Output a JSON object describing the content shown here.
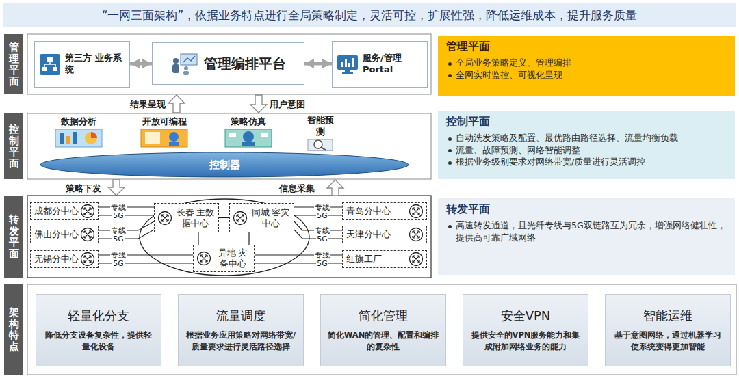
{
  "diagram": {
    "title": "“一网三面架构”，依据业务特点进行全局策略制定，灵活可控，扩展性强，降低运维成本，提升服务质量",
    "nodes": [
      {
        "text": [
          "管理平面"
        ]
      },
      {
        "text": [
          "第三方 业务系统"
        ]
      },
      {
        "text": [
          "管理编排平台"
        ]
      },
      {
        "text": [
          "服务/管理Portal"
        ]
      },
      {
        "text": [
          "管理平面",
          "全局业务策略定义、管理编排",
          "全网实时监控、可视化呈现"
        ]
      },
      {
        "text": [
          "控制平面"
        ]
      },
      {
        "text": [
          "数据分析"
        ]
      },
      {
        "text": [
          "开放可编程"
        ]
      },
      {
        "text": [
          "策略仿真"
        ]
      },
      {
        "text": [
          "智能预测"
        ]
      },
      {
        "text": [
          "控制器"
        ]
      },
      {
        "text": [
          "控制平面",
          "自动洗发策略及配置、最优路由路径选择、流量均衡负载",
          "流量、故障预测、网络智能调整",
          "根据业务级别要求对网络带宽/质量进行灵活调控"
        ]
      },
      {
        "text": [
          "转发平面"
        ]
      },
      {
        "text": [
          "成都分中心"
        ]
      },
      {
        "text": [
          "佛山分中心"
        ]
      },
      {
        "text": [
          "无锡分中心"
        ]
      },
      {
        "text": [
          "长春 主数据中心"
        ]
      },
      {
        "text": [
          "同城 容灾中心"
        ]
      },
      {
        "text": [
          "异地 灾备中心"
        ]
      },
      {
        "text": [
          "青岛分中心"
        ]
      },
      {
        "text": [
          "天津分中心"
        ]
      },
      {
        "text": [
          "红旗工厂"
        ]
      },
      {
        "text": [
          "转发平面",
          "高速转发通道，且光纤专线与5G双链路互为冗余，增强网络健壮性，提供高可靠广域网络"
        ]
      },
      {
        "text": [
          "架构特点"
        ]
      },
      {
        "text": [
          "轻量化分支",
          "降低分支设备复杂性，提供轻量化设备"
        ]
      },
      {
        "text": [
          "流量调度",
          "根据业务应用策略对网络带宽/质量要求进行灵活路径选择"
        ]
      },
      {
        "text": [
          "简化管理",
          "简化WAN的管理、配置和编排的复杂性"
        ]
      },
      {
        "text": [
          "安全VPN",
          "提供安全的VPN服务能力和集成附加网络业务的能力"
        ]
      },
      {
        "text": [
          "智能运维",
          "基于意图网络，通过机器学习使系统变得更加智能"
        ]
      }
    ],
    "edges": [
      {
        "from": 1,
        "to": 2,
        "arrow": "both"
      },
      {
        "from": 2,
        "to": 3,
        "arrow": "both"
      },
      {
        "from": 13,
        "to": 16,
        "label": "专线",
        "arrow": "none"
      },
      {
        "from": 13,
        "to": 16,
        "label": "5G",
        "arrow": "none"
      },
      {
        "from": 14,
        "to": 16,
        "label": "专线",
        "arrow": "none"
      },
      {
        "from": 14,
        "to": 16,
        "label": "5G",
        "arrow": "none"
      },
      {
        "from": 15,
        "to": 18,
        "label": "专线",
        "arrow": "none"
      },
      {
        "from": 15,
        "to": 18,
        "label": "5G",
        "arrow": "none"
      },
      {
        "from": 19,
        "to": 17,
        "label": "专线",
        "arrow": "none"
      },
      {
        "from": 19,
        "to": 17,
        "label": "5G",
        "arrow": "none"
      },
      {
        "from": 20,
        "to": 17,
        "label": "专线",
        "arrow": "none"
      },
      {
        "from": 20,
        "to": 17,
        "label": "5G",
        "arrow": "none"
      },
      {
        "from": 21,
        "to": 18,
        "label": "专线",
        "arrow": "none"
      },
      {
        "from": 21,
        "to": 18,
        "label": "5G",
        "arrow": "none"
      },
      {
        "from": 16,
        "to": 17,
        "arrow": "none"
      },
      {
        "from": 16,
        "to": 18,
        "arrow": "none"
      },
      {
        "from": 17,
        "to": 18,
        "arrow": "none"
      }
    ],
    "labels": [
      "结果呈现",
      "用户意图",
      "策略下发",
      "信息采集"
    ]
  }
}
